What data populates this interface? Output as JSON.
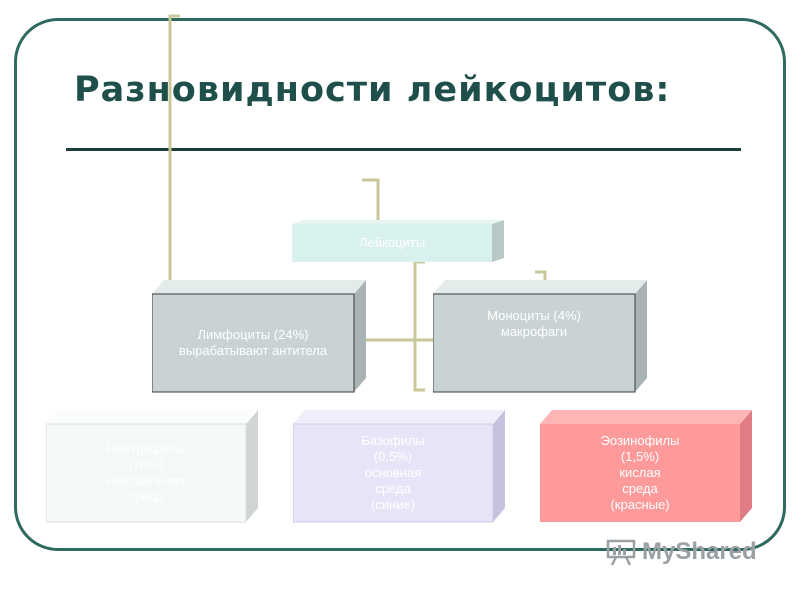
{
  "title": "Разновидности лейкоцитов:",
  "root": {
    "label": "Лейкоциты"
  },
  "level2": [
    {
      "lines": [
        "Лимфоциты (24%)",
        "вырабатывают антитела"
      ]
    },
    {
      "lines": [
        "Моноциты (4%)",
        "макрофаги"
      ]
    }
  ],
  "level3": [
    {
      "lines": [
        "Нейтрофилы",
        "(70%)",
        "нейтральная",
        "среда"
      ]
    },
    {
      "lines": [
        "Базофилы",
        "(0,5%)",
        "основная",
        "среда",
        "(синие)"
      ]
    },
    {
      "lines": [
        "Эозинофилы",
        "(1,5%)",
        "кислая",
        "среда",
        "(красные)"
      ]
    }
  ],
  "watermark": "MyShared",
  "colors": {
    "frame": "#2e6a60",
    "title": "#1f4f4a",
    "connector": "#c9c89a",
    "root_fill": "#d8f0ee",
    "level2_fill": "#c9d3d3",
    "neutro_fill": "#f4f9f8",
    "baso_fill": "#e6e4f7",
    "eosi_fill": "#ff9a9a"
  }
}
